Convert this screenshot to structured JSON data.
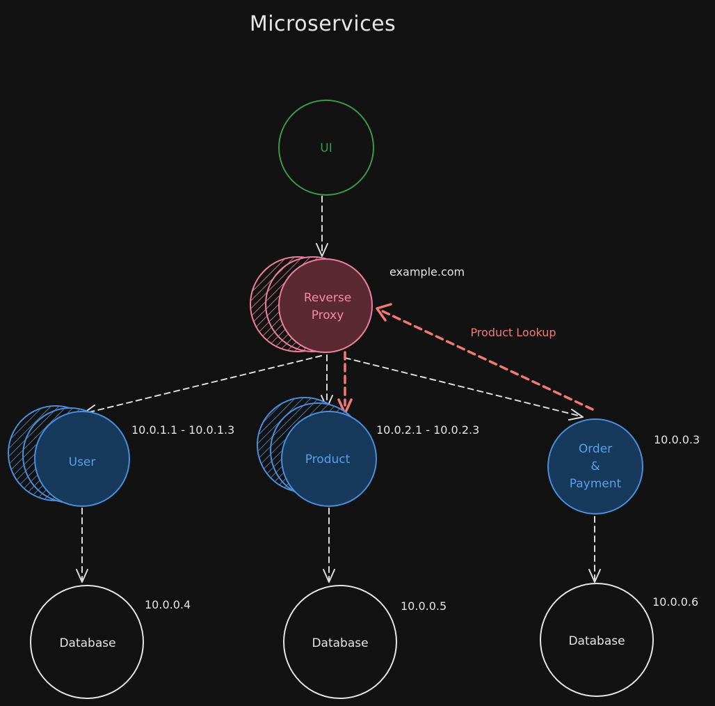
{
  "title": "Microservices",
  "colors": {
    "background": "#121212",
    "ui": "#3a9a48",
    "proxy_stroke": "#f07fa0",
    "proxy_fill": "#5a2932",
    "proxy_label": "#f28cab",
    "service_stroke": "#4a8fdc",
    "service_fill": "#173a5c",
    "service_label": "#5aa0e6",
    "database": "#e6e6e6",
    "edge": "#dcdcdc",
    "highlight": "#f4796e",
    "text": "#e6e6e6"
  },
  "nodes": {
    "ui": {
      "label": "UI"
    },
    "proxy": {
      "label_line1": "Reverse",
      "label_line2": "Proxy",
      "host": "example.com"
    },
    "user": {
      "label": "User",
      "ip": "10.0.1.1 - 10.0.1.3"
    },
    "product": {
      "label": "Product",
      "ip": "10.0.2.1 - 10.0.2.3"
    },
    "order": {
      "label_line1": "Order",
      "label_line2": "&",
      "label_line3": "Payment",
      "ip": "10.0.0.3"
    },
    "db_user": {
      "label": "Database",
      "ip": "10.0.0.4"
    },
    "db_product": {
      "label": "Database",
      "ip": "10.0.0.5"
    },
    "db_order": {
      "label": "Database",
      "ip": "10.0.0.6"
    }
  },
  "edges": {
    "product_lookup": {
      "label": "Product Lookup"
    }
  }
}
